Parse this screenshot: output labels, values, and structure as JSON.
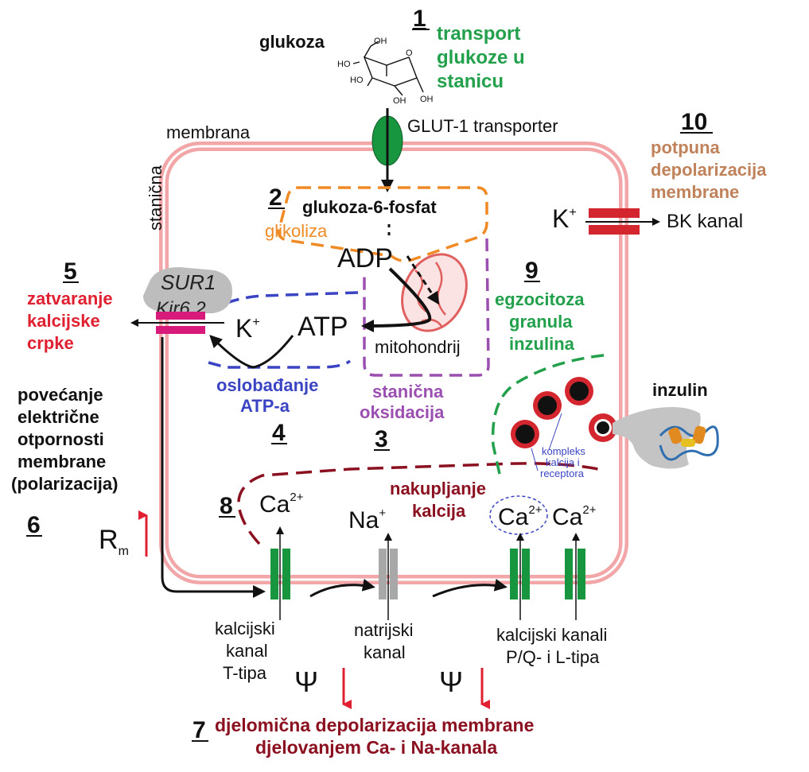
{
  "colors": {
    "membrane": "#f2a6a8",
    "green_step": "#22a04b",
    "orange": "#f08a24",
    "purple": "#9b4fb1",
    "blue": "#3b45c4",
    "red": "#e02030",
    "dark_red": "#8b1020",
    "tan": "#c0825a",
    "channel_green": "#18963f",
    "channel_grey": "#a8a8a8",
    "sur_pink": "#d81a7a"
  },
  "glucose": {
    "title": "glukoza",
    "oh_top": "OH",
    "ho_left": "HO",
    "ho_mid": "HO",
    "oh_bottom_left": "OH",
    "oh_bottom_right": "OH",
    "ring_o": "O"
  },
  "membrane_label": {
    "word1": "membrana",
    "word2": "stanična"
  },
  "glut": {
    "label": "GLUT-1 transporter"
  },
  "steps": {
    "s1": {
      "number": "1",
      "lines": [
        "transport",
        "glukoze u",
        "stanicu"
      ]
    },
    "s2": {
      "number": "2",
      "title": "glukoza-6-fosfat",
      "label": "glikoliza"
    },
    "s3": {
      "number": "3",
      "lines": [
        "stanična",
        "oksidacija"
      ]
    },
    "s4": {
      "number": "4",
      "lines": [
        "oslobađanje",
        "ATP-a"
      ]
    },
    "s5": {
      "number": "5",
      "lines": [
        "zatvaranje",
        "kalcijske",
        "crpke"
      ]
    },
    "s6": {
      "number": "6",
      "lines": [
        "povećanje",
        "električne",
        "otpornosti",
        "membrane",
        "(polarizacija)"
      ]
    },
    "s7": {
      "number": "7",
      "lines": [
        "djelomična depolarizacija membrane",
        "djelovanjem Ca- i Na-kanala"
      ]
    },
    "s8": {
      "number": "8",
      "lines": [
        "nakupljanje",
        "kalcija"
      ]
    },
    "s9": {
      "number": "9",
      "lines": [
        "egzocitoza",
        "granula",
        "inzulina"
      ]
    },
    "s10": {
      "number": "10",
      "lines": [
        "potpuna",
        "depolarizacija",
        "membrane"
      ]
    }
  },
  "metabolites": {
    "adp": "ADP",
    "atp": "ATP",
    "mito": "mitohondrij"
  },
  "sur": {
    "line1": "SUR1",
    "line2": "Kir6.2",
    "k_main": "K",
    "k_sup": "+"
  },
  "rm": {
    "main": "R",
    "sub": "m"
  },
  "ions": {
    "ca1": {
      "main": "Ca",
      "sup": "2+"
    },
    "na": {
      "main": "Na",
      "sup": "+"
    },
    "ca2": {
      "main": "Ca",
      "sup": "2+"
    },
    "ca3": {
      "main": "Ca",
      "sup": "2+"
    }
  },
  "bk": {
    "k_main": "K",
    "k_sup": "+",
    "label": "BK kanal"
  },
  "insulin": {
    "label": "inzulin",
    "complex": [
      "kompleks",
      "kalcija i",
      "receptora"
    ]
  },
  "channels": {
    "t_type": [
      "kalcijski",
      "kanal",
      "T-tipa"
    ],
    "sodium": [
      "natrijski",
      "kanal"
    ],
    "pq_l": [
      "kalcijski kanali",
      "P/Q- i L-tipa"
    ]
  },
  "psi": {
    "symbol": "Ψ"
  }
}
